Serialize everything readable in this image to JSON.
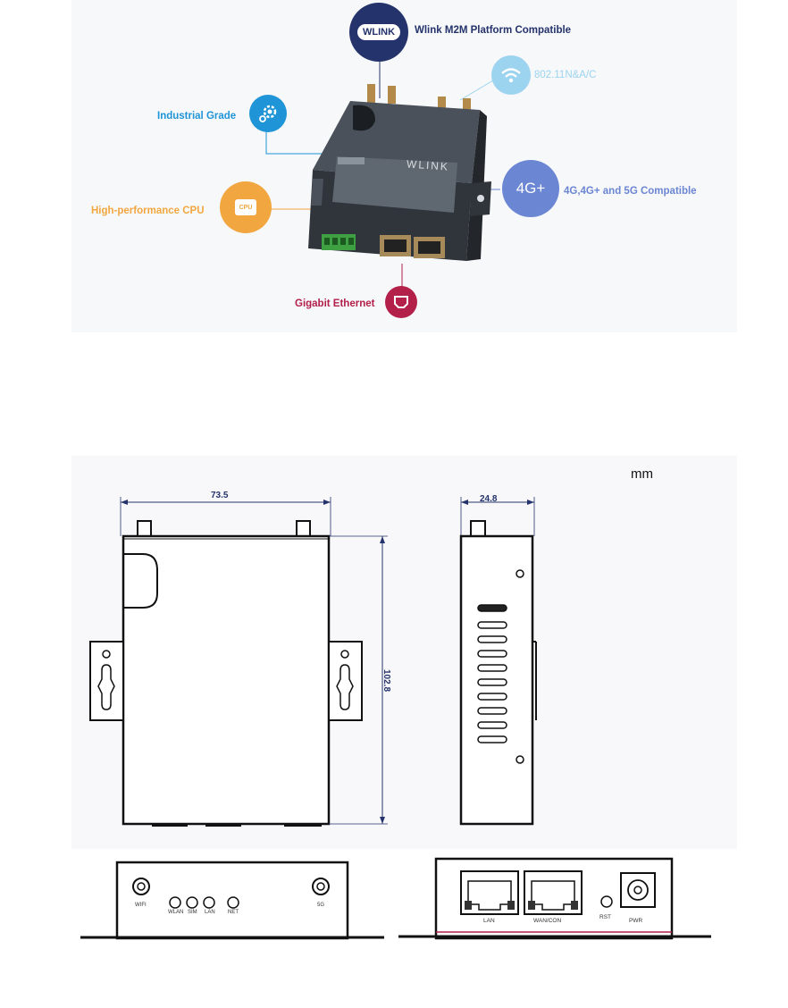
{
  "features": {
    "wlink_platform": "Wlink M2M Platform Compatible",
    "wlink_logo": "WLINK",
    "wifi": "802.11N&A/C",
    "industrial": "Industrial Grade",
    "cellular_badge": "4G+",
    "cellular": "4G,4G+ and 5G Compatible",
    "cpu_badge": "CPU",
    "cpu": "High-performance CPU",
    "ethernet": "Gigabit Ethernet"
  },
  "device": {
    "brand": "WLINK"
  },
  "drawing": {
    "unit": "mm",
    "width_dim": "73.5",
    "depth_dim": "24.8",
    "height_dim": "102.8",
    "front_labels": {
      "wifi": "WIFI",
      "wlan": "WLAN",
      "sim": "SIM",
      "lan": "LAN",
      "net": "NET",
      "fiveg": "5G"
    },
    "back_labels": {
      "lan": "LAN",
      "wan": "WAN/CON",
      "rst": "RST",
      "pwr": "PWR"
    }
  },
  "colors": {
    "navy": "#24336b",
    "blue": "#1f94d6",
    "lightblue": "#9cd3ef",
    "periwinkle": "#6b86d3",
    "orange": "#f2a640",
    "crimson": "#b3204a"
  }
}
